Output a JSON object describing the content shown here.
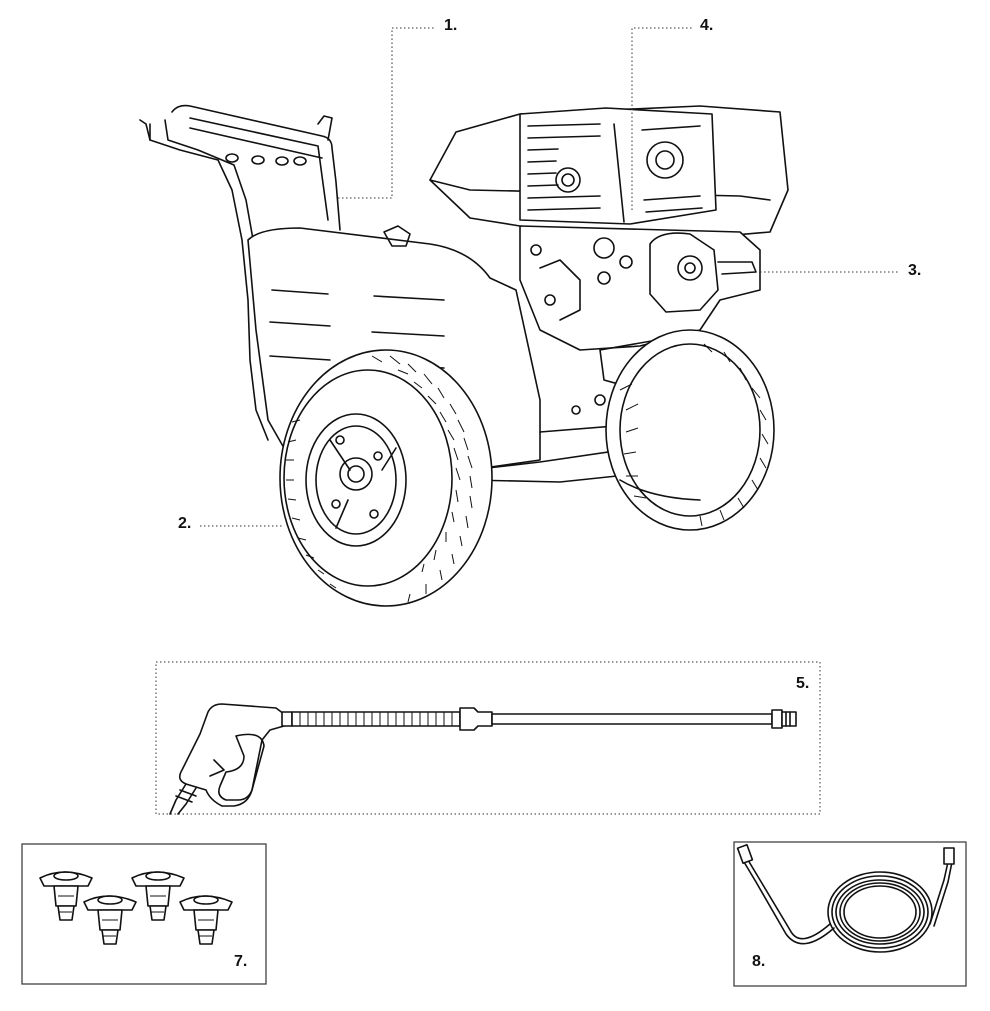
{
  "callouts": {
    "c1": "1.",
    "c2": "2.",
    "c3": "3.",
    "c4": "4.",
    "c5": "5.",
    "c7": "7.",
    "c8": "8."
  },
  "parts": [
    {
      "id": "1",
      "icon": "handle-frame-icon"
    },
    {
      "id": "2",
      "icon": "wheel-icon"
    },
    {
      "id": "3",
      "icon": "pump-icon"
    },
    {
      "id": "4",
      "icon": "engine-icon"
    },
    {
      "id": "5",
      "icon": "spray-gun-wand-icon"
    },
    {
      "id": "7",
      "icon": "spray-nozzles-icon"
    },
    {
      "id": "8",
      "icon": "hose-icon"
    }
  ],
  "colors": {
    "line": "#111111",
    "background": "#ffffff"
  }
}
